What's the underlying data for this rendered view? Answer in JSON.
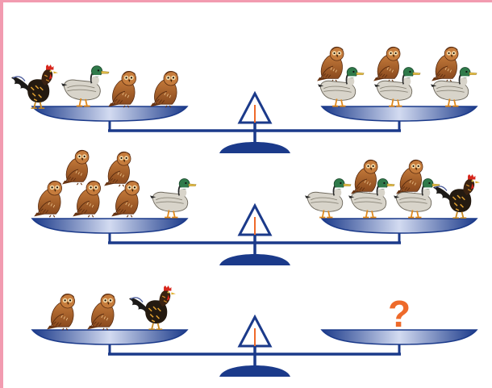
{
  "colors": {
    "border": "#f29bb0",
    "scale_blue": "#1b3a8a",
    "pan_light": "#c9d3ee",
    "pivot": "#ef6a2a",
    "question": "#ee6a2a"
  },
  "icons": {
    "rooster": "rooster-icon",
    "duck": "duck-icon",
    "owl": "owl-icon"
  },
  "scales": [
    {
      "left": [
        "rooster",
        "duck",
        "owl",
        "owl"
      ],
      "right": [
        "owl",
        "owl",
        "owl",
        "duck",
        "duck",
        "duck"
      ],
      "right_question": ""
    },
    {
      "left": [
        "owl",
        "owl",
        "owl",
        "owl",
        "owl",
        "duck"
      ],
      "right": [
        "duck",
        "duck",
        "duck",
        "owl",
        "owl",
        "rooster"
      ],
      "right_question": ""
    },
    {
      "left": [
        "owl",
        "owl",
        "rooster"
      ],
      "right": [],
      "right_question": "?"
    }
  ]
}
